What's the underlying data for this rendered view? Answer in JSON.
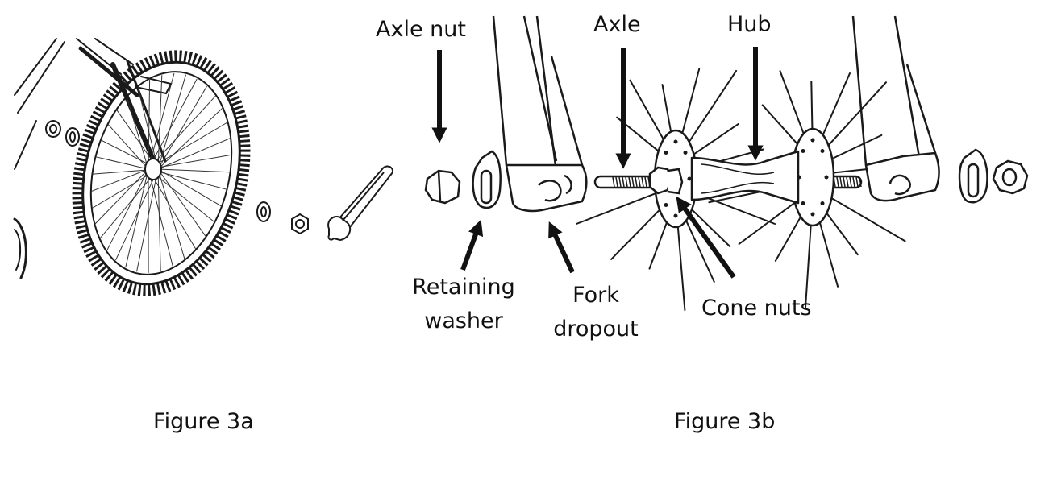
{
  "figure_a": {
    "caption": "Figure 3a"
  },
  "figure_b": {
    "caption": "Figure 3b",
    "labels": {
      "axle_nut": "Axle nut",
      "axle": "Axle",
      "hub": "Hub",
      "retaining_washer_line1": "Retaining",
      "retaining_washer_line2": "washer",
      "fork_dropout_line1": "Fork",
      "fork_dropout_line2": "dropout",
      "cone_nuts": "Cone nuts"
    }
  }
}
